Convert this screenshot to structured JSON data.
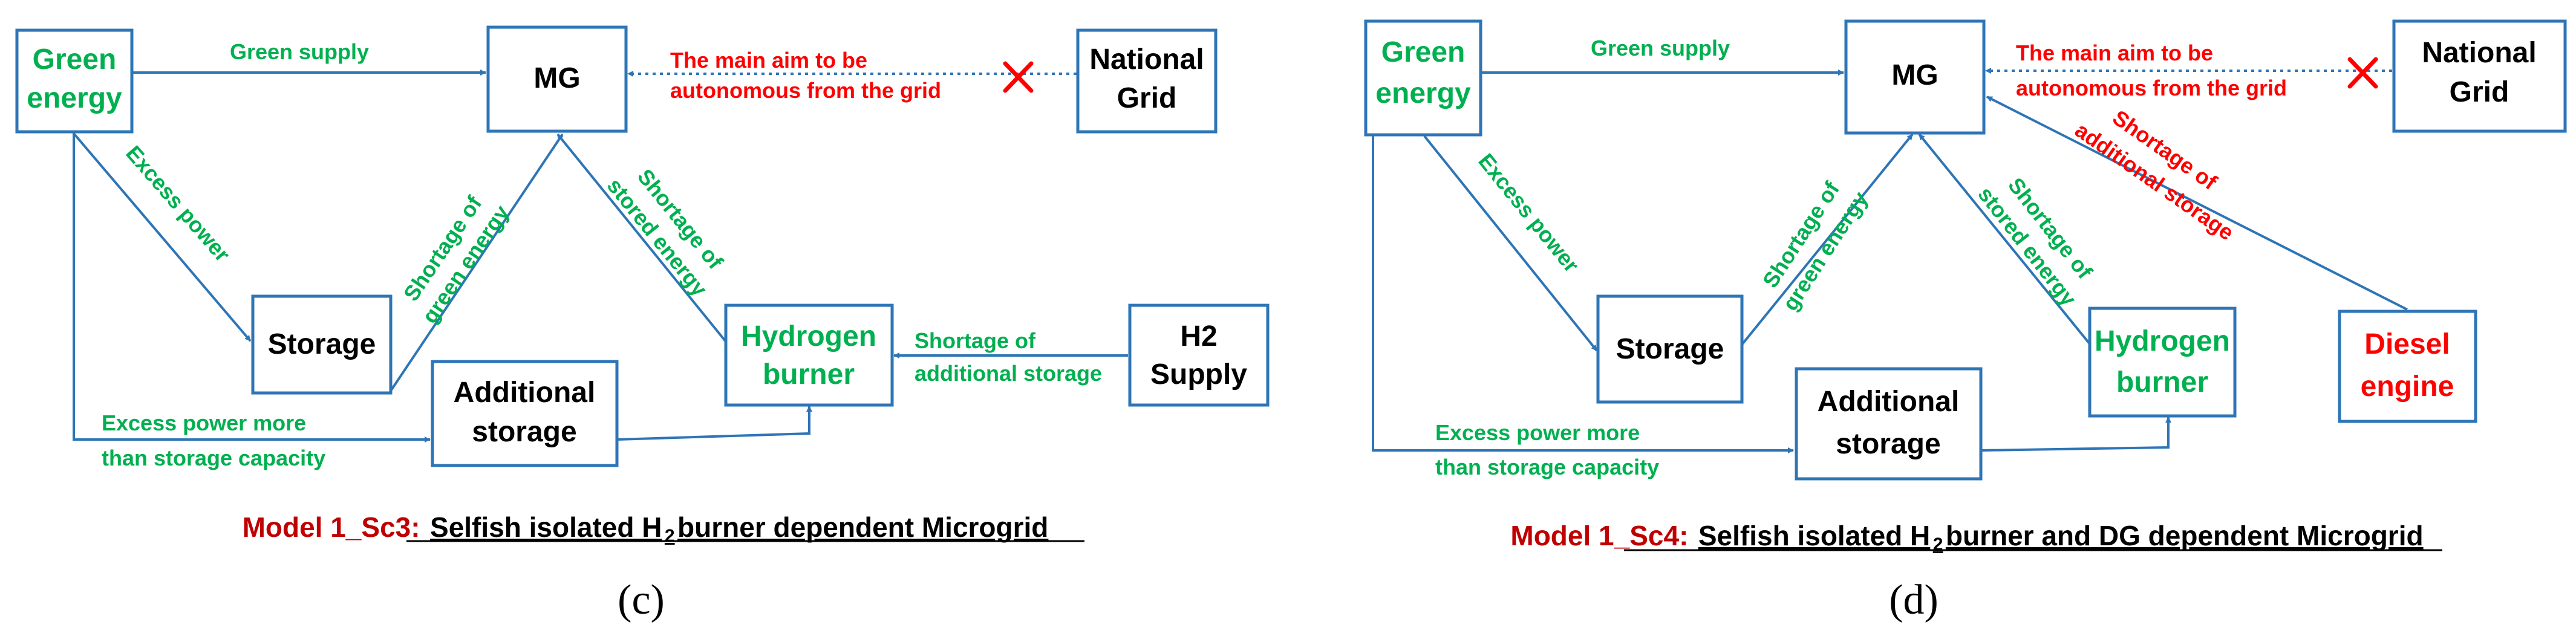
{
  "panel_c": {
    "nodes": {
      "green_energy": [
        "Green",
        "energy"
      ],
      "mg": "MG",
      "national_grid": [
        "National",
        "Grid"
      ],
      "storage": "Storage",
      "additional_storage": [
        "Additional",
        "storage"
      ],
      "hydrogen_burner": [
        "Hydrogen",
        "burner"
      ],
      "h2_supply": [
        "H2",
        "Supply"
      ]
    },
    "edges": {
      "green_supply": "Green supply",
      "main_aim": [
        "The main aim to be",
        "autonomous from the grid"
      ],
      "excess_power": "Excess power",
      "shortage_green": [
        "Shortage of",
        "green energy"
      ],
      "shortage_stored": [
        "Shortage of",
        "stored energy"
      ],
      "shortage_additional": [
        "Shortage of",
        "additional storage"
      ],
      "excess_more": [
        "Excess power more",
        "than storage capacity"
      ]
    },
    "caption": {
      "model": "Model 1_Sc3:",
      "title_pre": "Selfish isolated H",
      "title_sub": "2",
      "title_post": " burner dependent Microgrid"
    },
    "sublabel": "(c)"
  },
  "panel_d": {
    "nodes": {
      "green_energy": [
        "Green",
        "energy"
      ],
      "mg": "MG",
      "national_grid": [
        "National",
        "Grid"
      ],
      "storage": "Storage",
      "additional_storage": [
        "Additional",
        "storage"
      ],
      "hydrogen_burner": [
        "Hydrogen",
        "burner"
      ],
      "diesel_engine": [
        "Diesel",
        "engine"
      ]
    },
    "edges": {
      "green_supply": "Green supply",
      "main_aim": [
        "The main aim to be",
        "autonomous from the grid"
      ],
      "excess_power": "Excess power",
      "shortage_green": [
        "Shortage of",
        "green energy"
      ],
      "shortage_stored": [
        "Shortage of",
        "stored energy"
      ],
      "shortage_additional": [
        "Shortage of",
        "additional storage"
      ],
      "excess_more": [
        "Excess power more",
        "than storage capacity"
      ]
    },
    "caption": {
      "model": "Model 1_Sc4:",
      "title_pre": "Selfish isolated H",
      "title_sub": "2",
      "title_post": " burner and DG dependent Microgrid"
    },
    "sublabel": "(d)"
  },
  "colors": {
    "box_stroke": "#2e75b6",
    "green_text": "#00b050",
    "red_text": "#ff0000",
    "caption_red": "#c00000"
  }
}
